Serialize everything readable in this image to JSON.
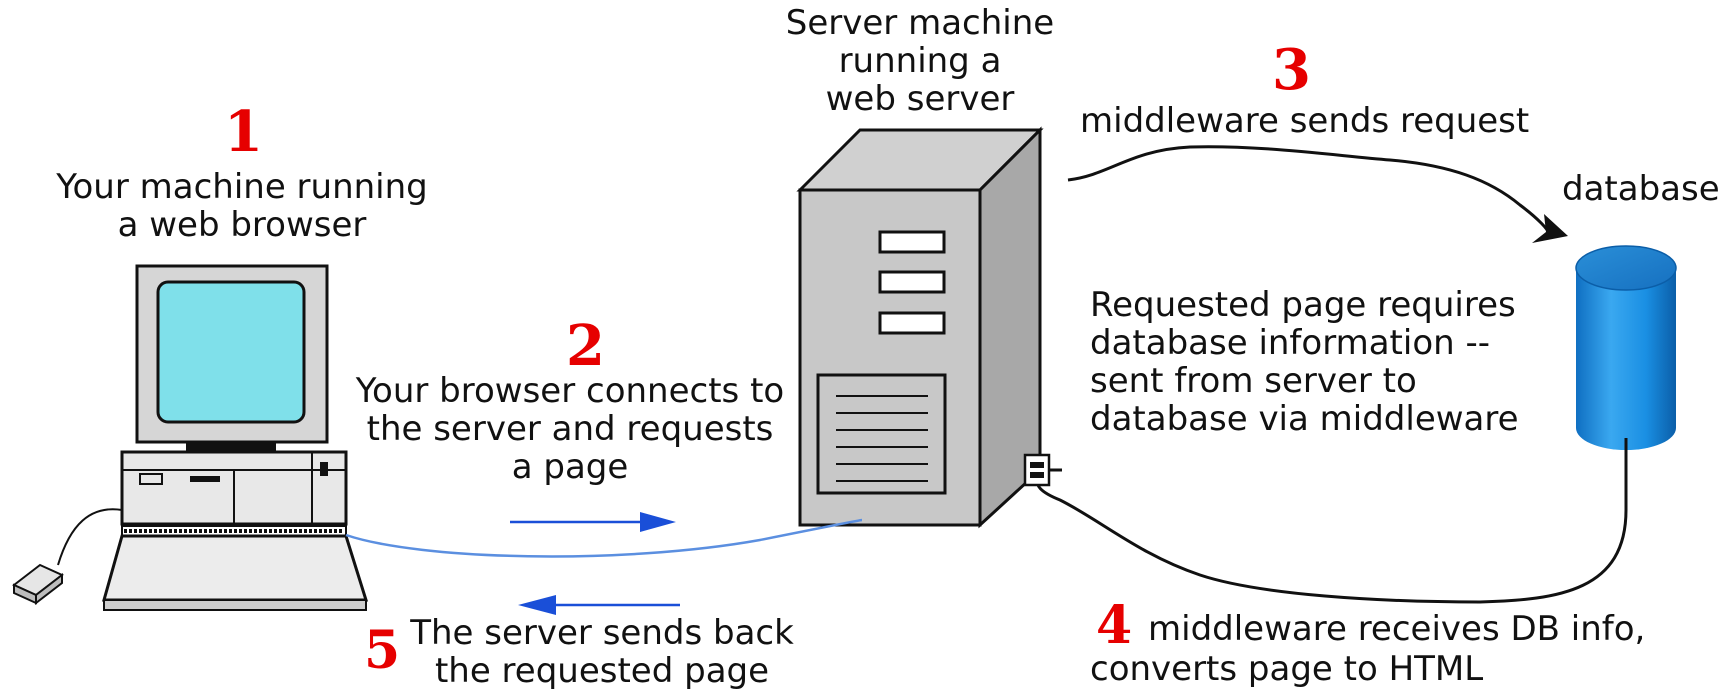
{
  "steps": [
    {
      "number": "1",
      "lines": [
        "Your machine running",
        "a web browser"
      ]
    },
    {
      "number": "2",
      "lines": [
        "Your browser connects to",
        "the server and requests",
        "a page"
      ]
    },
    {
      "number": "3",
      "lines": [
        "middleware sends request"
      ]
    },
    {
      "number": "4",
      "lines": [
        "middleware receives DB info,",
        "converts page to HTML"
      ]
    },
    {
      "number": "5",
      "lines": [
        "The server sends back",
        "the requested page"
      ]
    }
  ],
  "server_label": [
    "Server machine",
    "running a",
    "web server"
  ],
  "database_label": "database",
  "middle_note": [
    "Requested page requires",
    "database information --",
    "sent from server to",
    "database via middleware"
  ],
  "colors": {
    "number_red": "#e60000",
    "arrow_blue": "#1a4fd8",
    "cable_blue": "#5b8fe0",
    "monitor_screen": "#7fe0ea",
    "case_gray": "#c8c8c8",
    "database_blue": "#1a8fe3",
    "line_black": "#111111"
  },
  "icons": [
    "client-computer-icon",
    "mouse-icon",
    "server-tower-icon",
    "database-cylinder-icon",
    "connector-plug-icon"
  ]
}
